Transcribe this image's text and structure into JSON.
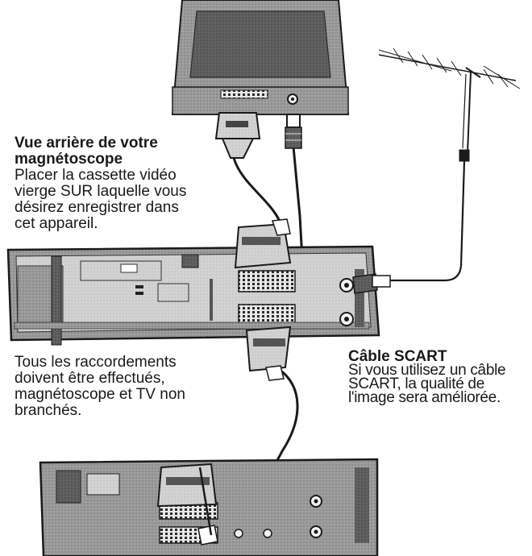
{
  "captions": {
    "rear_view": {
      "title_line1": "Vue arrière de votre",
      "title_line2": "magnétoscope",
      "lines": [
        "Placer la cassette vidéo",
        "vierge SUR laquelle vous",
        "désirez enregistrer dans",
        "cet appareil."
      ]
    },
    "connections": {
      "lines": [
        "Tous les raccordements",
        "doivent être effectués,",
        "magnétoscope et TV non",
        "branchés."
      ]
    },
    "scart_cable": {
      "title": "Câble SCART",
      "lines": [
        "Si vous utilisez un câble",
        "SCART, la qualité de",
        "l'image sera améliorée."
      ]
    }
  },
  "colors": {
    "line": "#1a1a1a",
    "device_gray": "#8c8c8c",
    "device_light": "#cfcfcf",
    "device_dark": "#3a3a3a"
  },
  "icons": [
    "tv-rear",
    "antenna",
    "vcr-rear",
    "scart-plug",
    "coax-plug",
    "second-device-rear"
  ]
}
